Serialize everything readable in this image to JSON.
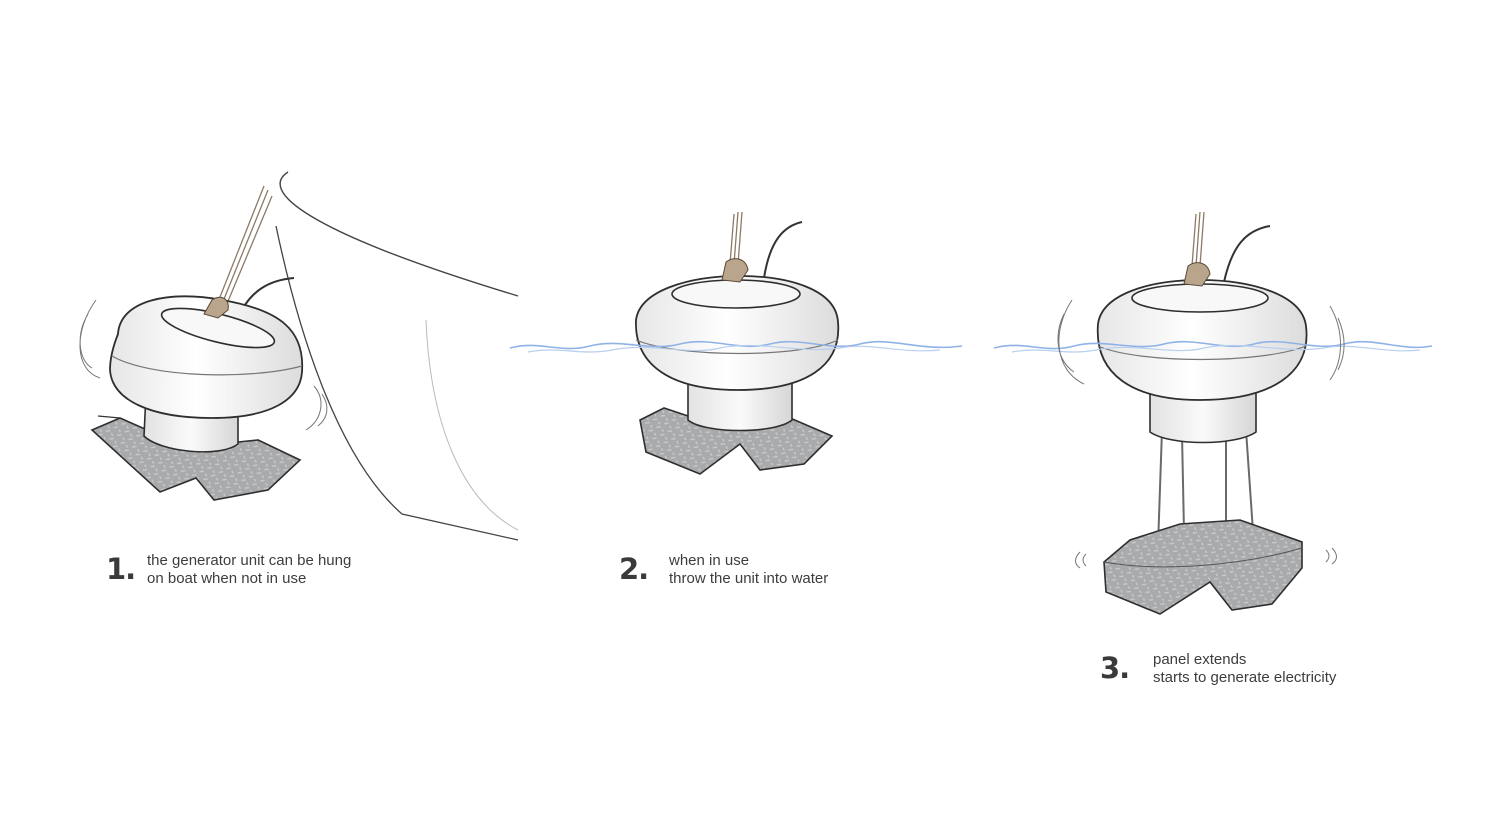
{
  "steps": [
    {
      "number": "1.",
      "lines": [
        "the generator unit can be hung",
        "on boat when not in use"
      ]
    },
    {
      "number": "2.",
      "lines": [
        "when in use",
        "throw the unit into water"
      ]
    },
    {
      "number": "3.",
      "lines": [
        "panel extends",
        "starts to generate electricity"
      ]
    }
  ],
  "colors": {
    "line": "#333333",
    "water": "#8fb2e6",
    "rope": "#b9a48c",
    "panel": "#a7a8aa",
    "body": "#f3f3f3"
  }
}
